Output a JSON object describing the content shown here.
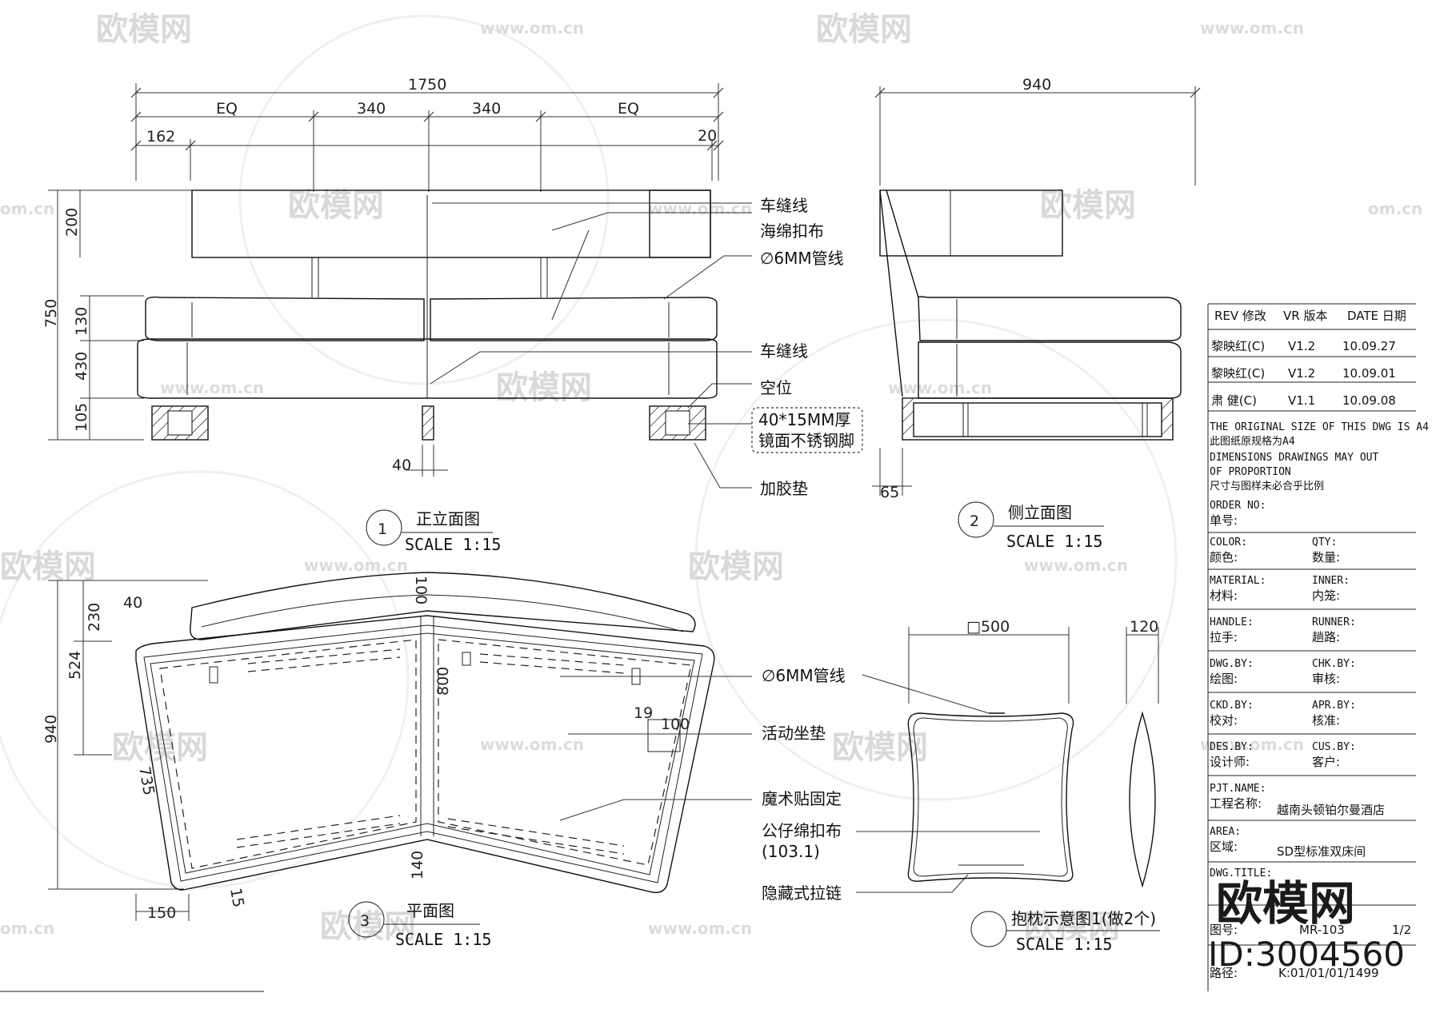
{
  "watermark": {
    "brand": "欧模网",
    "url": "www.om.cn",
    "url_short": "om.cn",
    "big_brand": "欧模网",
    "id_text": "ID:3004560"
  },
  "front_view": {
    "dims": {
      "total": "1750",
      "eq_left": "EQ",
      "mid_left": "340",
      "mid_right": "340",
      "eq_right": "EQ",
      "offset_left": "162",
      "offset_right": "20",
      "h_top": "200",
      "h_total": "750",
      "h_cushion": "130",
      "h_base": "430",
      "h_leg": "105",
      "leg_w": "40"
    },
    "labels": {
      "seam_top": "车缝线",
      "sponge": "海绵扣布",
      "pipe": "∅6MM管线",
      "seam_mid": "车缝线",
      "void": "空位",
      "leg_spec_1": "40*15MM厚",
      "leg_spec_2": "镜面不锈钢脚",
      "pad": "加胶垫"
    },
    "caption": {
      "number": "1",
      "title": "正立面图",
      "scale": "SCALE 1:15"
    }
  },
  "side_view": {
    "dims": {
      "depth": "940",
      "back": "65"
    },
    "caption": {
      "number": "2",
      "title": "侧立面图",
      "scale": "SCALE 1:15"
    }
  },
  "plan_view": {
    "dims": {
      "d40": "40",
      "d230": "230",
      "d524": "524",
      "d940": "940",
      "d735": "735",
      "d100": "100",
      "d800": "800",
      "d19": "19",
      "d100b": "100",
      "d140": "140",
      "d15": "15",
      "d150": "150"
    },
    "labels": {
      "pipe": "∅6MM管线",
      "cushion": "活动坐垫",
      "velcro": "魔术贴固定",
      "fabric_1": "公仔绵扣布",
      "fabric_2": "(103.1)",
      "zipper": "隐藏式拉链"
    },
    "caption": {
      "number": "3",
      "title": "平面图",
      "scale": "SCALE 1:15"
    }
  },
  "pillow_view": {
    "dims": {
      "size": "□500",
      "thick": "120"
    },
    "caption": {
      "title": "抱枕示意图1(做2个)",
      "scale": "SCALE 1:15"
    }
  },
  "title_block": {
    "rev_header": [
      "REV 修改",
      "VR 版本",
      "DATE 日期"
    ],
    "revisions": [
      [
        "黎映红(C)",
        "V1.2",
        "10.09.27"
      ],
      [
        "黎映红(C)",
        "V1.2",
        "10.09.01"
      ],
      [
        "肃  健(C)",
        "V1.1",
        "10.09.08"
      ]
    ],
    "notes": [
      "THE ORIGINAL SIZE OF THIS DWG IS A4",
      "此图纸原规格为A4",
      "DIMENSIONS DRAWINGS MAY OUT",
      "OF PROPORTION",
      "尺寸与图样未必合乎比例"
    ],
    "order_en": "ORDER NO:",
    "order_zh": "单号:",
    "fields": [
      {
        "l_en": "COLOR:",
        "l_zh": "颜色:",
        "r_en": "QTY:",
        "r_zh": "数量:"
      },
      {
        "l_en": "MATERIAL:",
        "l_zh": "材料:",
        "r_en": "INNER:",
        "r_zh": "内笼:"
      },
      {
        "l_en": "HANDLE:",
        "l_zh": "拉手:",
        "r_en": "RUNNER:",
        "r_zh": "趟路:"
      },
      {
        "l_en": "DWG.BY:",
        "l_zh": "绘图:",
        "r_en": "CHK.BY:",
        "r_zh": "审核:"
      },
      {
        "l_en": "CKD.BY:",
        "l_zh": "校对:",
        "r_en": "APR.BY:",
        "r_zh": "核准:"
      },
      {
        "l_en": "DES.BY:",
        "l_zh": "设计师:",
        "r_en": "CUS.BY:",
        "r_zh": "客户:"
      }
    ],
    "pjt_en": "PJT.NAME:",
    "pjt_zh": "工程名称:",
    "pjt_value": "越南头顿铂尔曼酒店",
    "area_en": "AREA:",
    "area_zh": "区域:",
    "area_value": "SD型标准双床间",
    "dwg_title_en": "DWG.TITLE:",
    "dwg_no_zh": "图号:",
    "dwg_no_value": "MR-103",
    "sheet": "1/2",
    "path_zh": "路径:",
    "path_value": "K:01/01/01/1499"
  }
}
